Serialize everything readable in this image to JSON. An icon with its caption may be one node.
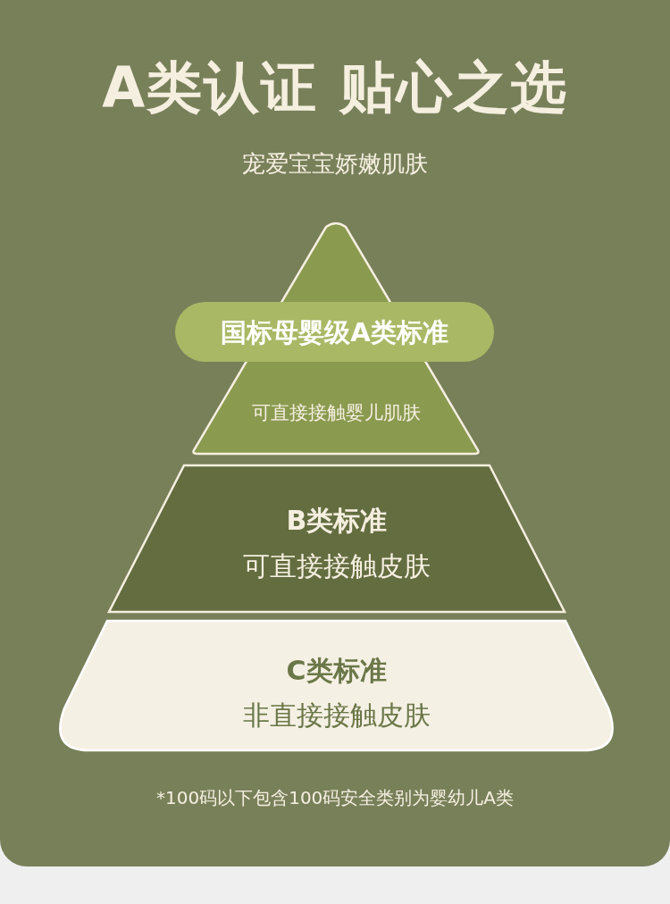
{
  "diagram": {
    "title": "A类认证 贴心之选",
    "nodes": [
      {
        "text": [
          "可直接接触婴儿肌肤"
        ]
      },
      {
        "text": [
          "国标母婴级A类标准"
        ]
      },
      {
        "text": [
          "B类标准",
          "可直接接触皮肤"
        ]
      },
      {
        "text": [
          "C类标准",
          "非直接接触皮肤"
        ]
      }
    ],
    "labels": [
      "宠爱宝宝娇嫩肌肤",
      "*100码以下包含100码安全类别为婴幼儿A类"
    ]
  }
}
